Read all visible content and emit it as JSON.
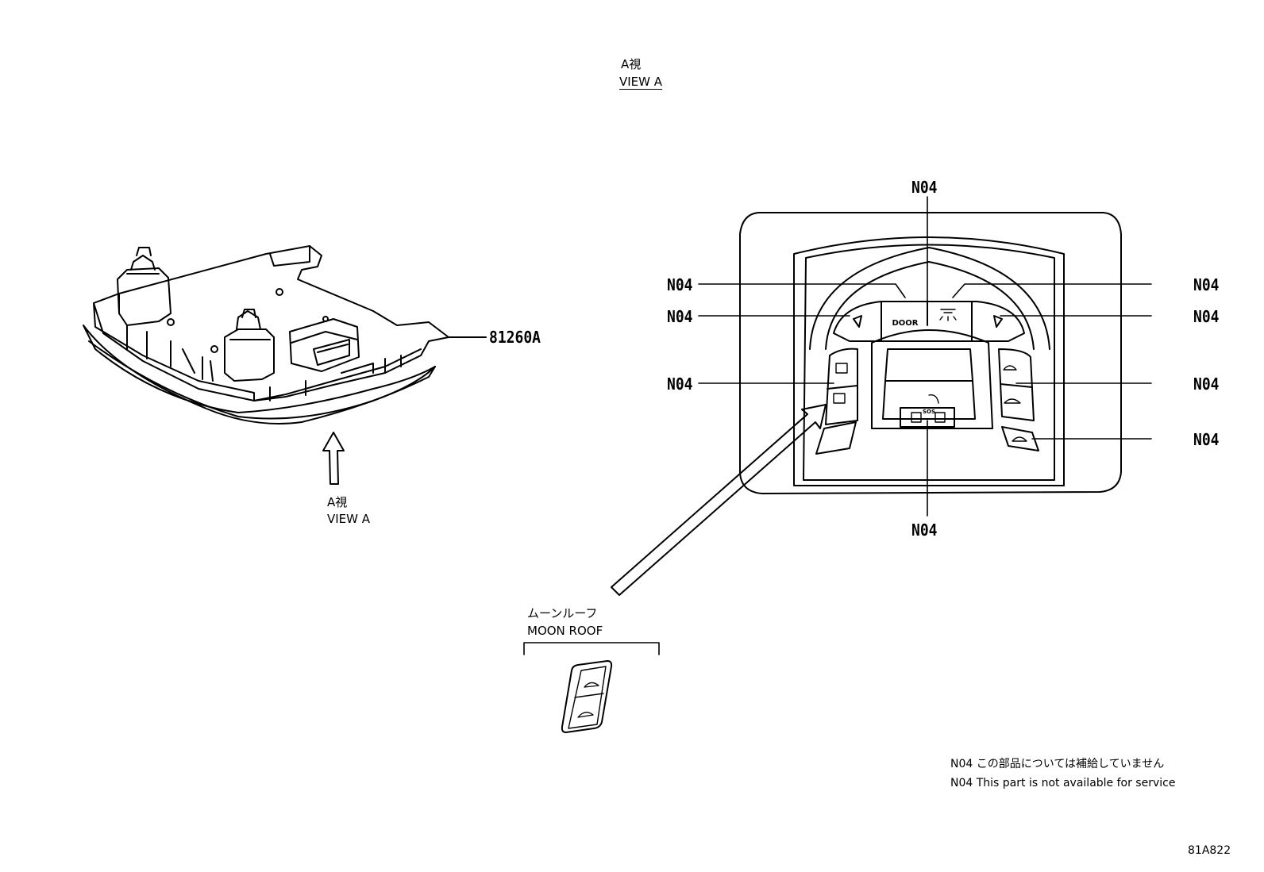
{
  "view_title": {
    "jp": "A視",
    "en": "VIEW A"
  },
  "arrow_label": {
    "jp": "A視",
    "en": "VIEW A"
  },
  "part_number": "81260A",
  "callout_code": "N04",
  "switch_labels": {
    "door": "DOOR",
    "sos": "SOS"
  },
  "moon_roof": {
    "jp": "ムーンルーフ",
    "en": "MOON ROOF"
  },
  "notes": {
    "jp": "N04 この部品については補給していません",
    "en": "N04 This part is not available for service"
  },
  "diagram_id": "81A822"
}
